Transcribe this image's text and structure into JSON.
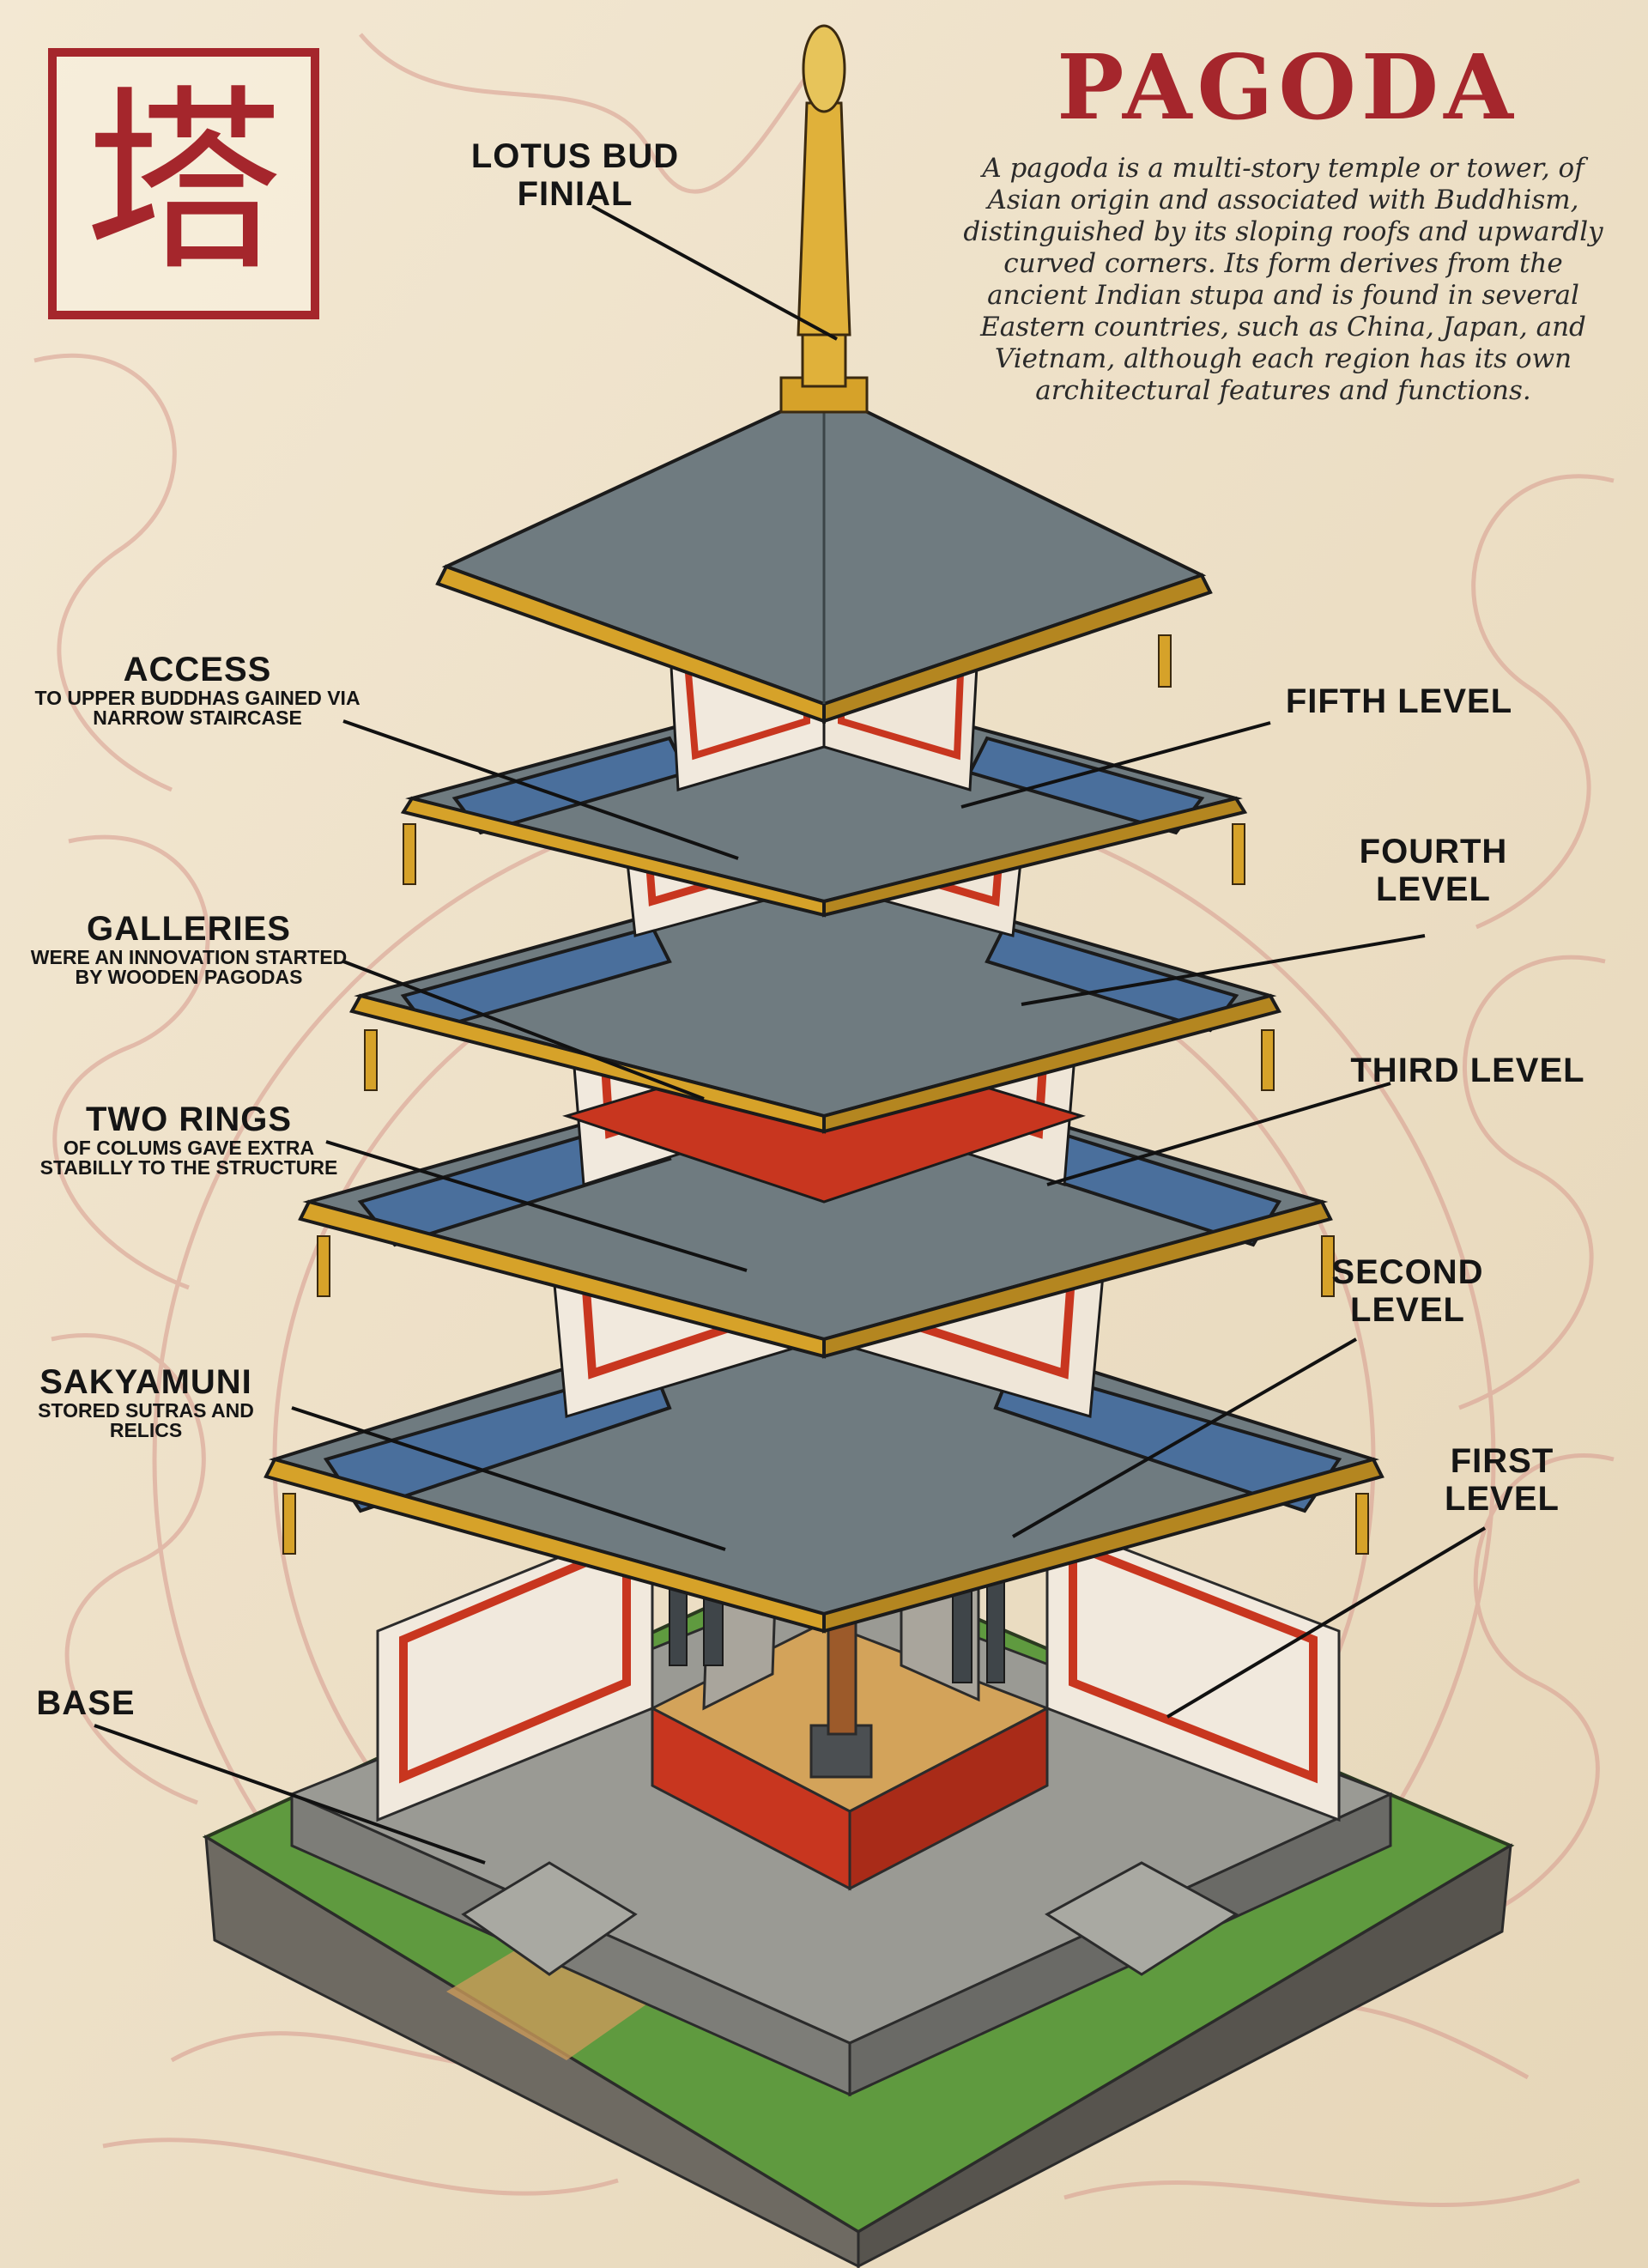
{
  "seal": {
    "character": "塔"
  },
  "title": "PAGODA",
  "description": "A pagoda is a multi-story temple or tower, of Asian origin and associated with Buddhism, distinguished by its sloping roofs and upwardly curved corners. Its form derives from the ancient Indian stupa and is found in several Eastern countries, such as China, Japan, and Vietnam, although each region has its own architectural features and functions.",
  "labels": {
    "finial": {
      "title": "LOTUS BUD FINIAL"
    },
    "access": {
      "title": "ACCESS",
      "sub": "TO UPPER BUDDHAS GAINED VIA NARROW STAIRCASE"
    },
    "galleries": {
      "title": "GALLERIES",
      "sub": "WERE AN INNOVATION STARTED BY WOODEN PAGODAS"
    },
    "rings": {
      "title": "TWO RINGS",
      "sub": "OF COLUMS GAVE EXTRA STABILLY TO THE STRUCTURE"
    },
    "sakyamuni": {
      "title": "SAKYAMUNI",
      "sub": "STORED SUTRAS AND RELICS"
    },
    "base": {
      "title": "BASE"
    },
    "fifth": {
      "title": "FIFTH LEVEL"
    },
    "fourth": {
      "title": "FOURTH LEVEL"
    },
    "third": {
      "title": "THIRD LEVEL"
    },
    "second": {
      "title": "SECOND LEVEL"
    },
    "first": {
      "title": "FIRST LEVEL"
    }
  },
  "colors": {
    "paper": "#efe3cc",
    "seal_red": "#a5262c",
    "roof_gray": "#6f7b80",
    "tile_blue": "#4a6f9c",
    "timber_red": "#c8361f",
    "gold": "#d6a229",
    "grass": "#5f9a3f",
    "stone": "#8d8d88",
    "ink": "#151515"
  }
}
